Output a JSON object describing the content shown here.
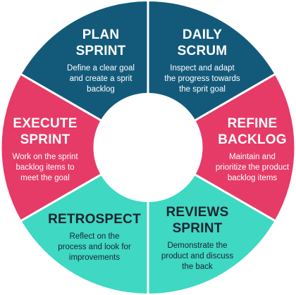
{
  "colors": {
    "navy": "#135a7a",
    "pink": "#e63b67",
    "teal": "#3ed8c3",
    "white": "#ffffff",
    "dark_text": "#1c2330"
  },
  "segments": [
    {
      "key": "plan",
      "title_lines": [
        "PLAN",
        "SPRINT"
      ],
      "desc_lines": [
        "Define a clear goal",
        "and create a sprit",
        "backlog"
      ],
      "fill": "#135a7a",
      "text_color": "#ffffff"
    },
    {
      "key": "daily",
      "title_lines": [
        "DAILY",
        "SCRUM"
      ],
      "desc_lines": [
        "Inspect and adapt",
        "the progress towards",
        "the sprit goal"
      ],
      "fill": "#135a7a",
      "text_color": "#ffffff"
    },
    {
      "key": "refine",
      "title_lines": [
        "REFINE",
        "BACKLOG"
      ],
      "desc_lines": [
        "Maintain and",
        "prioritize the product",
        "backlog items"
      ],
      "fill": "#e63b67",
      "text_color": "#ffffff"
    },
    {
      "key": "reviews",
      "title_lines": [
        "REVIEWS",
        "SPRINT"
      ],
      "desc_lines": [
        "Demonstrate the",
        "product and discuss",
        "the back"
      ],
      "fill": "#3ed8c3",
      "text_color": "#1c2330"
    },
    {
      "key": "retro",
      "title_lines": [
        "RETROSPECT"
      ],
      "desc_lines": [
        "Reflect on the",
        "process and look for",
        "improvements"
      ],
      "fill": "#3ed8c3",
      "text_color": "#1c2330"
    },
    {
      "key": "execute",
      "title_lines": [
        "EXECUTE",
        "SPRINT"
      ],
      "desc_lines": [
        "Work on the sprint",
        "backlog items to",
        "meet the goal"
      ],
      "fill": "#e63b67",
      "text_color": "#ffffff"
    }
  ]
}
